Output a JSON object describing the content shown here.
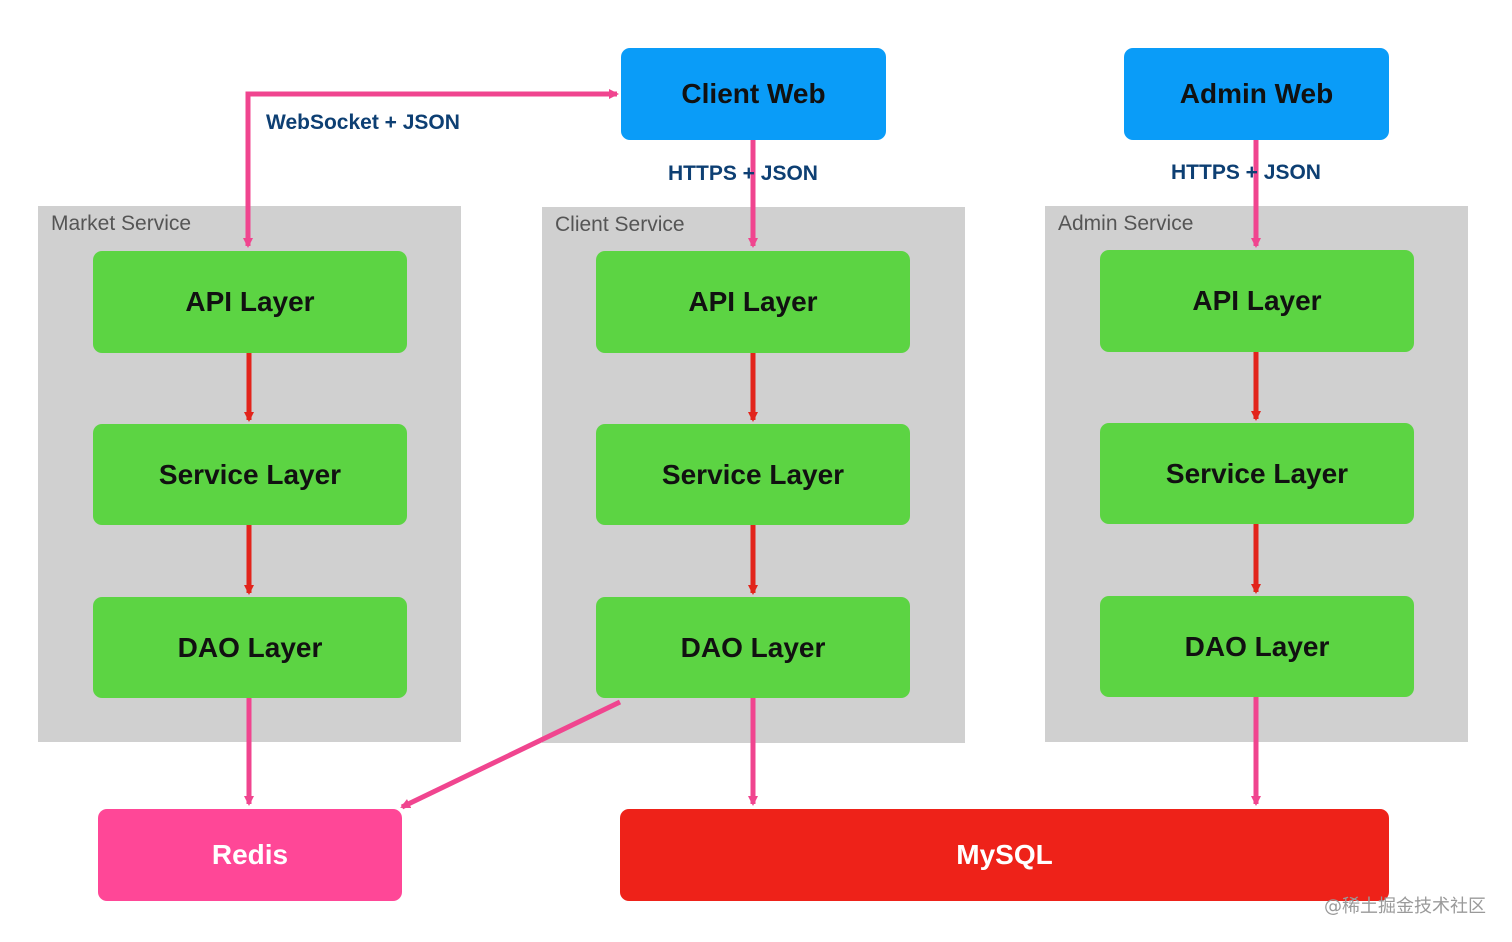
{
  "colors": {
    "panel": "#d0d0d0",
    "layer_box": "#5cd443",
    "web_box": "#0a9cf8",
    "redis_box": "#ff4797",
    "mysql_box": "#ee2219",
    "pink_arrow": "#f0458f",
    "red_arrow": "#e2241b",
    "protocol_label": "#0d3f73"
  },
  "clients": {
    "client_web": "Client Web",
    "admin_web": "Admin Web"
  },
  "services": {
    "market": {
      "title": "Market Service",
      "api": "API Layer",
      "service": "Service Layer",
      "dao": "DAO Layer"
    },
    "client": {
      "title": "Client Service",
      "api": "API Layer",
      "service": "Service Layer",
      "dao": "DAO Layer"
    },
    "admin": {
      "title": "Admin Service",
      "api": "API Layer",
      "service": "Service Layer",
      "dao": "DAO Layer"
    }
  },
  "connections": {
    "websocket_label": "WebSocket + JSON",
    "client_https_label": "HTTPS + JSON",
    "admin_https_label": "HTTPS + JSON"
  },
  "datastores": {
    "redis": "Redis",
    "mysql": "MySQL"
  },
  "watermark": "@稀土掘金技术社区"
}
